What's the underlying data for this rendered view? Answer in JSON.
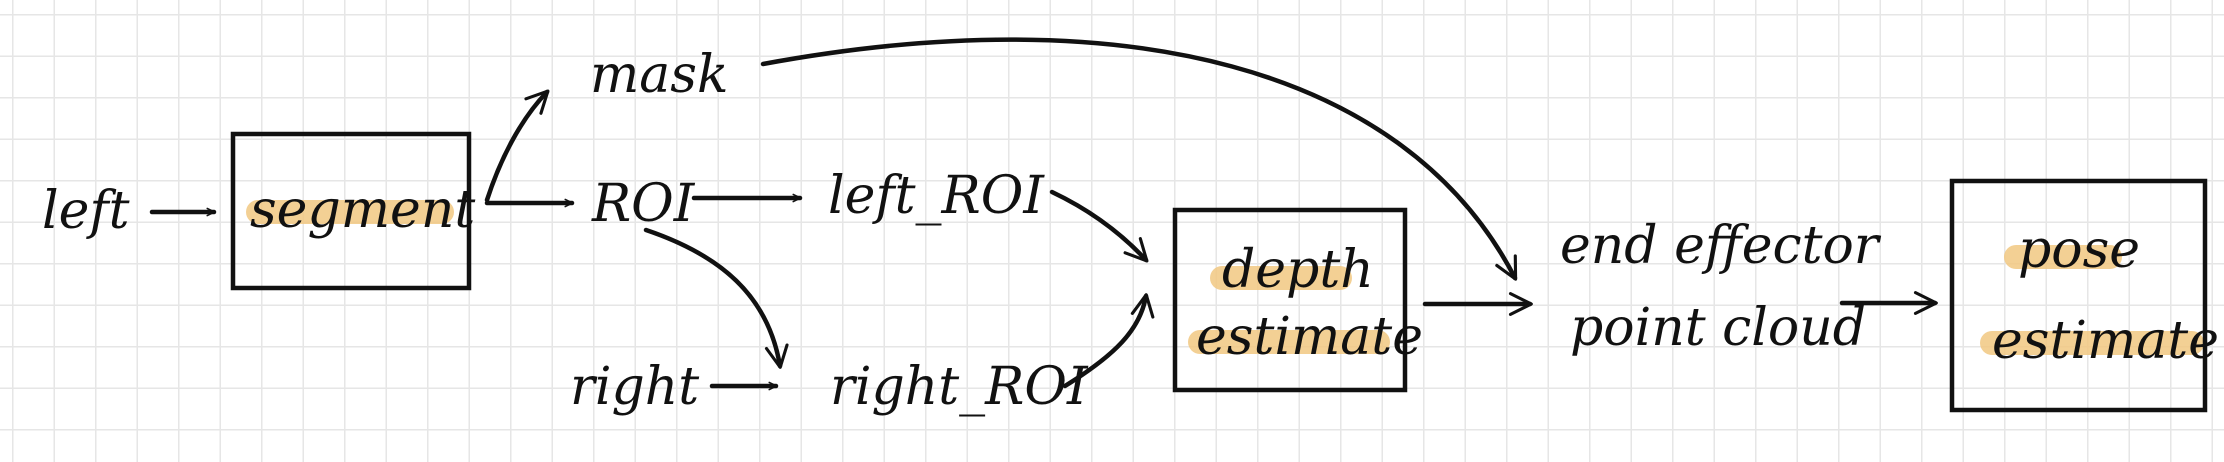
{
  "nodes": {
    "left": "left",
    "segment": "segment",
    "mask": "mask",
    "roi": "ROI",
    "left_roi": "left_ROI",
    "right": "right",
    "right_roi": "right_ROI",
    "depth_line1": "depth",
    "depth_line2": "estimate",
    "ee_line1": "end effector",
    "ee_line2": "point cloud",
    "pose_line1": "pose",
    "pose_line2": "estimate"
  },
  "colors": {
    "ink": "#111111",
    "highlight": "#f2c882",
    "grid": "#e6e6e6",
    "background": "#ffffff"
  }
}
